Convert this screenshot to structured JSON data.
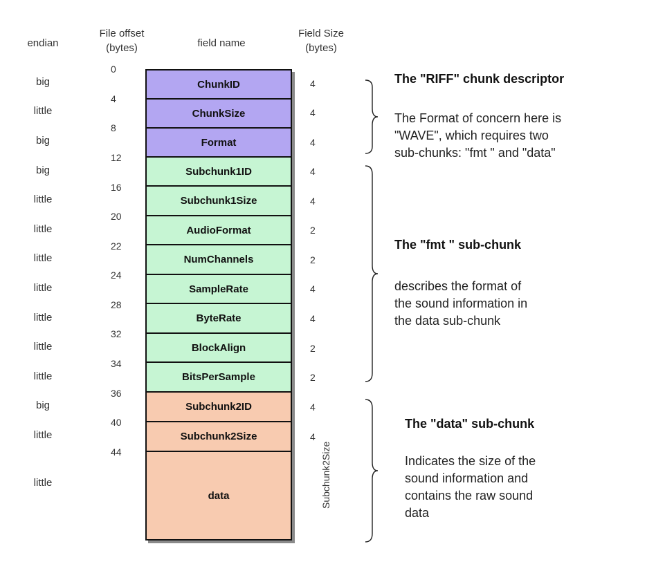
{
  "headers": {
    "endian": "endian",
    "offset": [
      "File offset",
      "(bytes)"
    ],
    "field_name": "field name",
    "field_size": [
      "Field Size",
      "(bytes)"
    ]
  },
  "offsets": [
    "0",
    "4",
    "8",
    "12",
    "16",
    "20",
    "22",
    "24",
    "28",
    "32",
    "34",
    "36",
    "40",
    "44"
  ],
  "fields": [
    {
      "name": "ChunkID",
      "size": "4",
      "endian": "big",
      "group": "riff"
    },
    {
      "name": "ChunkSize",
      "size": "4",
      "endian": "little",
      "group": "riff"
    },
    {
      "name": "Format",
      "size": "4",
      "endian": "big",
      "group": "riff"
    },
    {
      "name": "Subchunk1ID",
      "size": "4",
      "endian": "big",
      "group": "fmt"
    },
    {
      "name": "Subchunk1Size",
      "size": "4",
      "endian": "little",
      "group": "fmt"
    },
    {
      "name": "AudioFormat",
      "size": "2",
      "endian": "little",
      "group": "fmt"
    },
    {
      "name": "NumChannels",
      "size": "2",
      "endian": "little",
      "group": "fmt"
    },
    {
      "name": "SampleRate",
      "size": "4",
      "endian": "little",
      "group": "fmt"
    },
    {
      "name": "ByteRate",
      "size": "4",
      "endian": "little",
      "group": "fmt"
    },
    {
      "name": "BlockAlign",
      "size": "2",
      "endian": "little",
      "group": "fmt"
    },
    {
      "name": "BitsPerSample",
      "size": "2",
      "endian": "little",
      "group": "fmt"
    },
    {
      "name": "Subchunk2ID",
      "size": "4",
      "endian": "big",
      "group": "data"
    },
    {
      "name": "Subchunk2Size",
      "size": "4",
      "endian": "little",
      "group": "data"
    },
    {
      "name": "data",
      "size": "Subchunk2Size",
      "endian": "little",
      "group": "data"
    }
  ],
  "colors": {
    "riff": "#b3a6f2",
    "fmt": "#c6f5d3",
    "data": "#f8cbb0"
  },
  "annotations": {
    "riff": {
      "title": "The \"RIFF\" chunk descriptor",
      "lines": [
        "The Format of concern here is",
        "\"WAVE\", which requires two",
        "sub-chunks: \"fmt \" and \"data\""
      ]
    },
    "fmt": {
      "title": "The \"fmt \" sub-chunk",
      "lines": [
        "describes the format of",
        "the sound information in",
        "the data sub-chunk"
      ]
    },
    "data": {
      "title": "The \"data\" sub-chunk",
      "lines": [
        "Indicates the size of the",
        "sound information and",
        "contains the raw sound",
        "data"
      ]
    }
  }
}
